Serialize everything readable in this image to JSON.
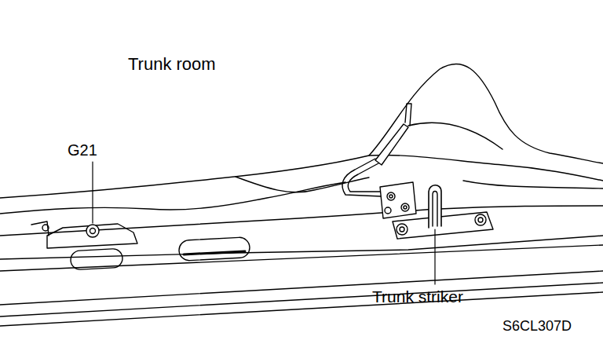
{
  "diagram": {
    "labels": [
      "Trunk room",
      "G21",
      "Trunk striker",
      "S6CL307D"
    ]
  }
}
